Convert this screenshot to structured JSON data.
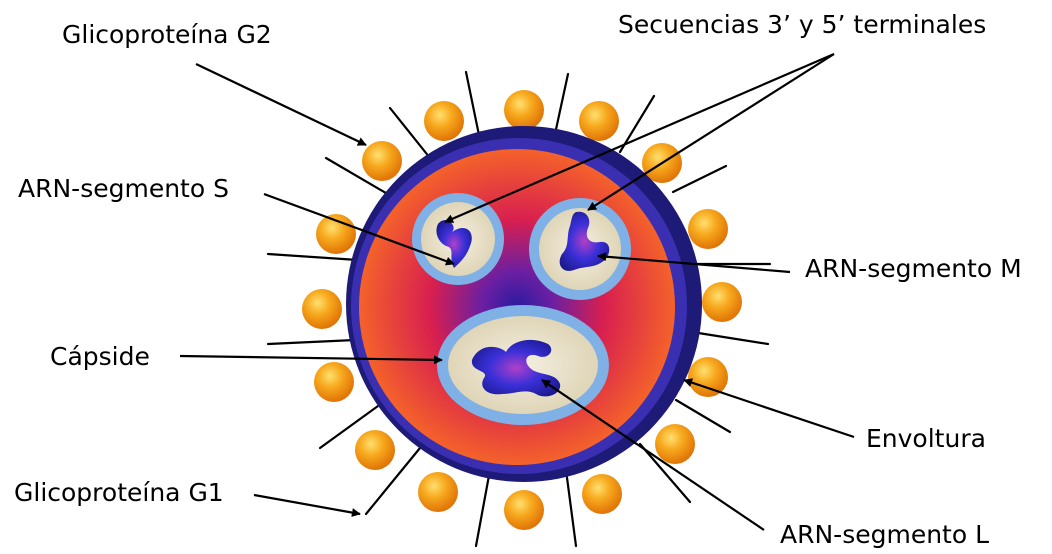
{
  "labels": {
    "glicoproteina_g2": "Glicoproteína G2",
    "secuencias_terminales": "Secuencias 3’ y 5’ terminales",
    "arn_segmento_s": "ARN-segmento S",
    "arn_segmento_m": "ARN-segmento M",
    "capside": "Cápside",
    "envoltura": "Envoltura",
    "glicoproteina_g1": "Glicoproteína G1",
    "arn_segmento_l": "ARN-segmento L"
  },
  "colors": {
    "envelope_outer": "#1e1a7a",
    "envelope_inner": "#3b2fa8",
    "body_center": "#3a24a6",
    "body_mid": "#d4145a",
    "body_edge": "#f25a26",
    "capsid_ring": "#8fb8e6",
    "capsid_fill": "#e8dfc6",
    "rna": "#2a2ad0",
    "glycoprotein": "#f29a1a",
    "spike": "#000000"
  }
}
